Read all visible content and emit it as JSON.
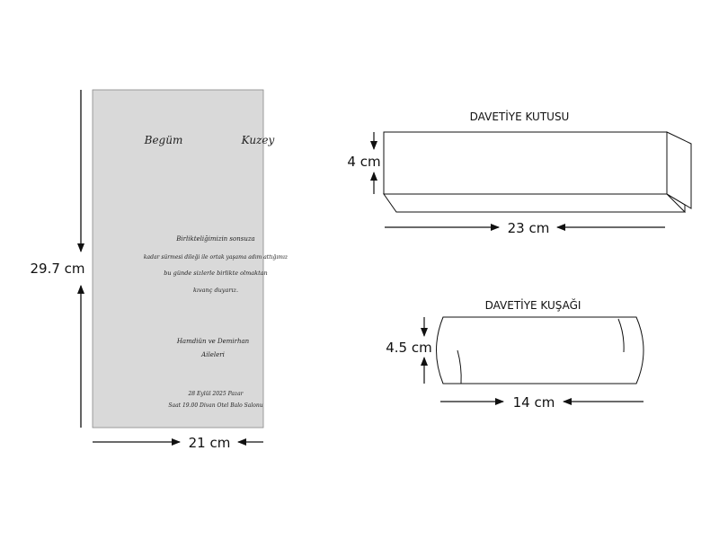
{
  "card": {
    "names": {
      "bride": "Begüm",
      "groom": "Kuzey"
    },
    "message": [
      "Birlikteliğimizin sonsuza",
      "kadar sürmesi dileği ile ortak yaşama adım attığımız",
      "bu günde sizlerle birlikte olmaktan",
      "kıvanç duyarız."
    ],
    "families": [
      "Hamdiün ve Demirhan",
      "Aileleri"
    ],
    "event": [
      "28 Eylül 2025 Pazar",
      "Saat 19.00 Divan Otel Balo Salonu"
    ],
    "height_label": "29.7 cm",
    "width_label": "21 cm",
    "color": "#d9d9d9"
  },
  "box": {
    "title": "DAVETİYE KUTUSU",
    "height_label": "4 cm",
    "width_label": "23 cm"
  },
  "band": {
    "title": "DAVETİYE KUŞAĞI",
    "height_label": "4.5 cm",
    "width_label": "14 cm"
  }
}
